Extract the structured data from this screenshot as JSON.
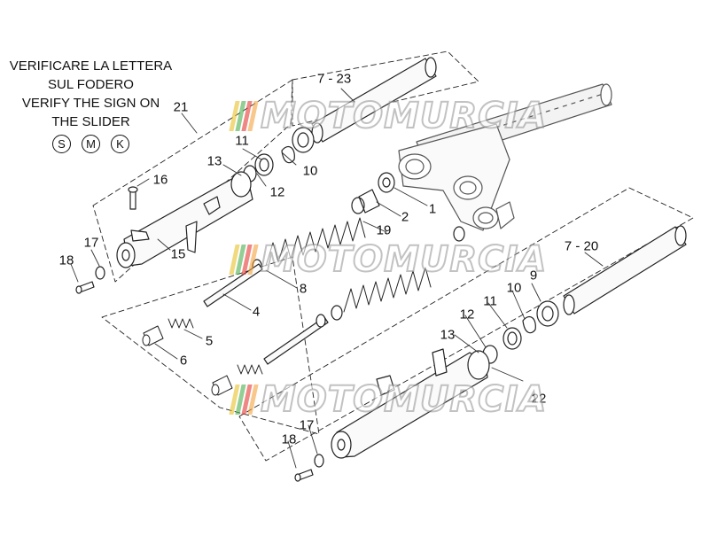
{
  "note": {
    "lines": [
      "VERIFICARE LA LETTERA",
      "SUL FODERO",
      "VERIFY THE SIGN ON",
      "THE SLIDER"
    ],
    "badges": [
      "S",
      "M",
      "K"
    ]
  },
  "callouts": [
    "7 - 23",
    "21",
    "11",
    "10",
    "13",
    "12",
    "16",
    "1",
    "2",
    "19",
    "17",
    "18",
    "15",
    "8",
    "4",
    "5",
    "6",
    "7 - 20",
    "9",
    "11",
    "10",
    "12",
    "13",
    "22",
    "17",
    "18"
  ],
  "watermark": {
    "text": "MOTOMURCIA",
    "flag_colors": [
      "#e8c02a",
      "#4caf50",
      "#e53935",
      "#f4a340"
    ],
    "outline_color": "#9a9a9a"
  }
}
